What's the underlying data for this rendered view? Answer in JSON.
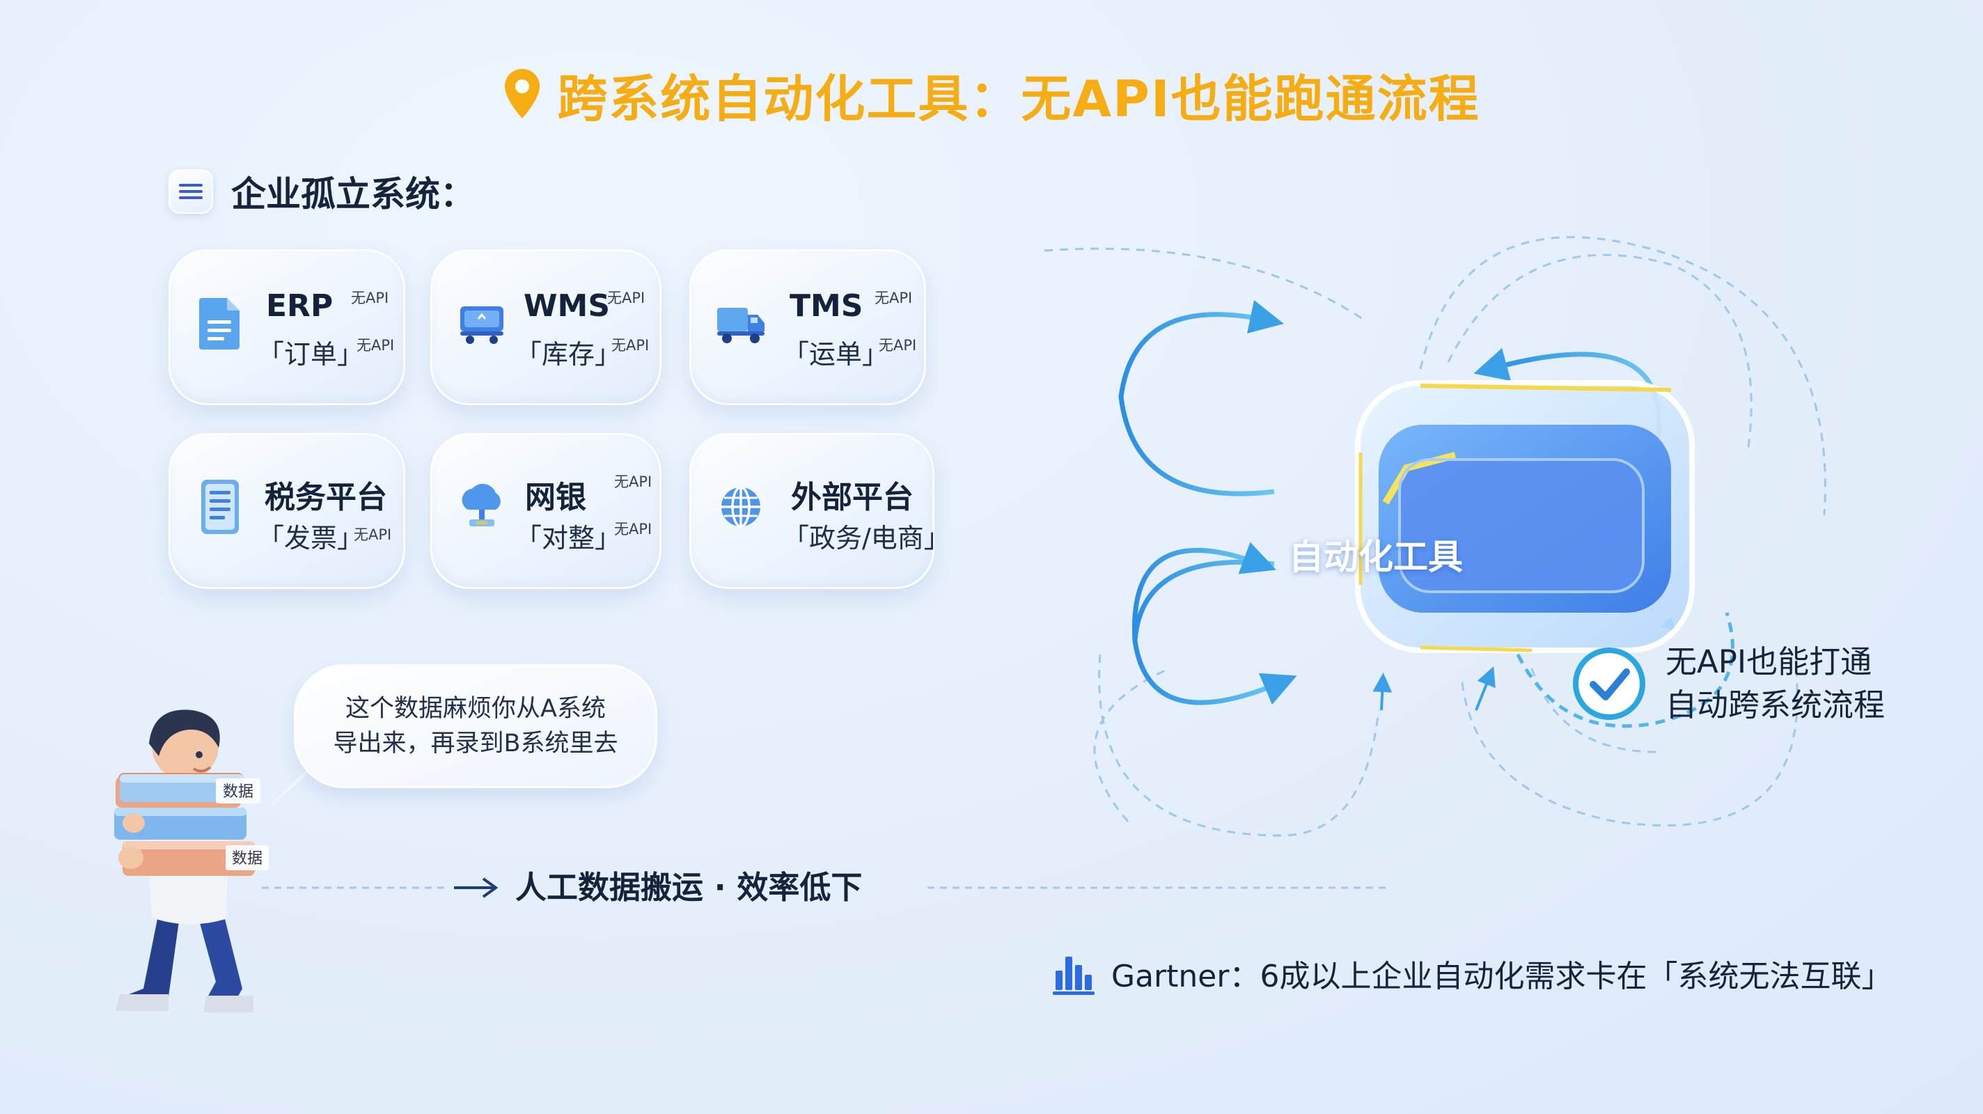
{
  "title": "跨系统自动化工具：无API也能跑通流程",
  "section_heading": "企业孤立系统：",
  "systems": [
    {
      "name": "ERP",
      "sub": "「订单」",
      "tag1": "无API",
      "tag2": "无API"
    },
    {
      "name": "WMS",
      "sub": "「库存」",
      "tag1": "无API",
      "tag2": "无API"
    },
    {
      "name": "TMS",
      "sub": "「运单」",
      "tag1": "无API",
      "tag2": "无API"
    },
    {
      "name": "税务平台",
      "sub": "「发票」",
      "tag1": "无API"
    },
    {
      "name": "网银",
      "sub": "「对整」",
      "tag1": "无API",
      "tag2": "无API"
    },
    {
      "name": "外部平台",
      "sub": "「政务/电商」"
    }
  ],
  "bubble": {
    "line1": "这个数据麻烦你从A系统",
    "line2": "导出来，再录到B系统里去"
  },
  "box_labels": [
    "数据",
    "数据"
  ],
  "manual_caption": "人工数据搬运 · 效率低下",
  "tool_label": "自动化工具",
  "result": {
    "line1": "无API也能打通",
    "line2": "自动跨系统流程"
  },
  "stat": "Gartner：6成以上企业自动化需求卡在「系统无法互联」",
  "colors": {
    "title": "#f6ad13",
    "accent_blue": "#2f8de4",
    "check": "#2aa6e0"
  }
}
